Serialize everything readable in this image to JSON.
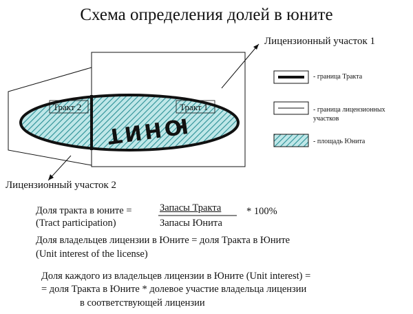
{
  "title": "Схема определения долей в юните",
  "labels": {
    "license_area_1": "Лицензионный участок 1",
    "license_area_2": "Лицензионный участок 2",
    "tract_2": "Тракт 2",
    "tract_1": "Тракт 1",
    "unit_word": "ЮНИТ"
  },
  "legend": {
    "tract_boundary": "- граница Тракта",
    "license_boundary_line1": "- граница лицензионных",
    "license_boundary_line2": "участков",
    "unit_area": "- площадь Юнита"
  },
  "formula1": {
    "left_line1": "Доля тракта в юните =",
    "left_line2": "(Tract participation)",
    "numerator": "Запасы Тракта",
    "denominator": "Запасы Юнита",
    "multiplier": "* 100%"
  },
  "formula2": {
    "line1": "Доля владельцев лицензии в Юните = доля Тракта в Юните",
    "line2": "(Unit interest of the license)"
  },
  "formula3": {
    "line1": "Доля каждого из владельцев лицензии в Юните (Unit interest) =",
    "line2": "= доля Тракта в Юните * долевое участие владельца лицензии",
    "line3": "в соответствующей лицензии"
  },
  "colors": {
    "unit_fill": "#bfe7e8",
    "hatch": "#2a8f95",
    "line": "#111111"
  }
}
